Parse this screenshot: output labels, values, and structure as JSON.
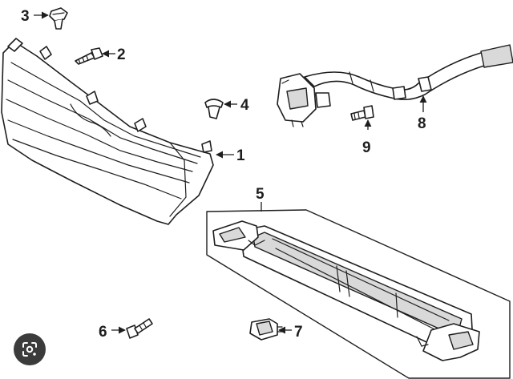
{
  "callouts": [
    {
      "id": "grille",
      "label": "1"
    },
    {
      "id": "screw",
      "label": "2"
    },
    {
      "id": "clip",
      "label": "3"
    },
    {
      "id": "retainer",
      "label": "4"
    },
    {
      "id": "shutter-assembly",
      "label": "5"
    },
    {
      "id": "bolt",
      "label": "6"
    },
    {
      "id": "connector",
      "label": "7"
    },
    {
      "id": "harness",
      "label": "8"
    },
    {
      "id": "harness-bolt",
      "label": "9"
    }
  ],
  "overlay": {
    "lens_icon": "lens-search-icon"
  }
}
